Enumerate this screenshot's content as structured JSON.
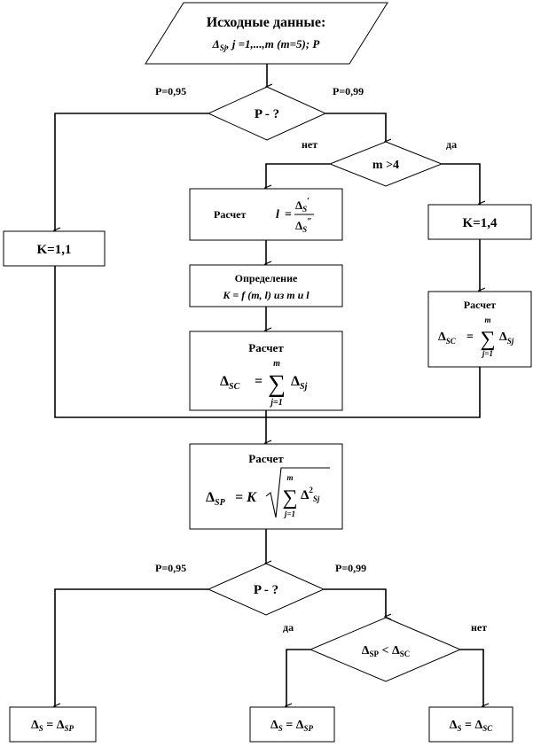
{
  "input": {
    "title": "Исходные данные:",
    "line1": "Δ",
    "line1_sub": "Sj",
    "line1_rest": ", j =1,...,m (m=5);  P"
  },
  "decision1": {
    "label": "P - ?",
    "left": "P=0,95",
    "right": "P=0,99"
  },
  "decision2": {
    "label": "m >4",
    "left": "нет",
    "right": "да"
  },
  "k11": {
    "label": "K=1,1"
  },
  "k14": {
    "label": "K=1,4"
  },
  "calc_l": {
    "word": "Расчет",
    "l": "l",
    "eq": "=",
    "num": "Δ",
    "num_sub": "S",
    "num_prime": "′",
    "den": "Δ",
    "den_sub": "S",
    "den_prime": "″"
  },
  "determine": {
    "line1": "Определение",
    "line2": "K = f (m, l) из m и l"
  },
  "calc_sc_mid": {
    "word": "Расчет",
    "delta": "Δ",
    "sub": "SC",
    "eq": "=",
    "sum_top": "m",
    "sum": "∑",
    "sum_bottom": "j=1",
    "delta2": "Δ",
    "sub2": "Sj"
  },
  "calc_sc_right": {
    "word": "Расчет",
    "delta": "Δ",
    "sub": "SC",
    "eq": "=",
    "sum_top": "m",
    "sum": "∑",
    "sum_bottom": "j=1",
    "delta2": "Δ",
    "sub2": "Sj"
  },
  "calc_sp": {
    "word": "Расчет",
    "delta": "Δ",
    "sub": "SP",
    "eq": "= K",
    "sum_top": "m",
    "sum": "∑",
    "sum_bottom": "j=1",
    "delta2": "Δ",
    "sup2": "2",
    "sub2": "Sj"
  },
  "decision3": {
    "label": "P - ?",
    "left": "P=0,95",
    "right": "P=0,99"
  },
  "decision4": {
    "delta": "Δ",
    "sub": "SP",
    "lt": " < ",
    "delta2": "Δ",
    "sub2": "SC",
    "left": "да",
    "right": "нет"
  },
  "out_left": {
    "delta": "Δ",
    "sub": "S",
    "eq": " = ",
    "delta2": "Δ",
    "sub2": "SP"
  },
  "out_mid": {
    "delta": "Δ",
    "sub": "S",
    "eq": " = ",
    "delta2": "Δ",
    "sub2": "SP"
  },
  "out_right": {
    "delta": "Δ",
    "sub": "S",
    "eq": " = ",
    "delta2": "Δ",
    "sub2": "SC"
  }
}
